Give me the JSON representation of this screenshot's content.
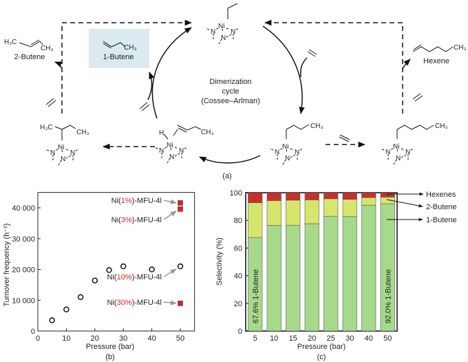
{
  "atoms": {
    "ni": "Ni",
    "n": "N",
    "h": "H",
    "ch3": "CH₃",
    "h3c": "H₃C"
  },
  "scheme": {
    "panel_label": "(a)",
    "cycle_title": [
      "Dimerization",
      "cycle",
      "(Cossee–Arlman)"
    ],
    "products": {
      "two_butene": "2-Butene",
      "one_butene": "1-Butene",
      "hexene": "Hexene"
    },
    "highlight_color": "#dbe9f0"
  },
  "chart_data": [
    {
      "type": "scatter",
      "panel_label": "(b)",
      "xlabel": "Pressure (bar)",
      "ylabel": "Turnover frequency (h⁻¹)",
      "xlim": [
        0,
        55
      ],
      "ylim": [
        0,
        45000
      ],
      "xticks": [
        "0",
        "10",
        "20",
        "30",
        "40",
        "50"
      ],
      "yticks": [
        "0",
        "10 000",
        "20 000",
        "30 000",
        "40 000"
      ],
      "series": [
        {
          "name": "Ni(10%)-MFU-4l",
          "marker": "open-circle",
          "x": [
            5,
            10,
            15,
            20,
            25,
            30,
            40,
            50
          ],
          "y": [
            3500,
            7000,
            11000,
            16400,
            19800,
            21000,
            20000,
            21000
          ]
        },
        {
          "name": "Ni(1%)-MFU-4l",
          "marker": "red-square",
          "x": [
            50
          ],
          "y": [
            41600
          ]
        },
        {
          "name": "Ni(3%)-MFU-4l",
          "marker": "red-square",
          "x": [
            50
          ],
          "y": [
            39600
          ]
        },
        {
          "name": "Ni(30%)-MFU-4l",
          "marker": "red-square",
          "x": [
            50
          ],
          "y": [
            9000
          ]
        }
      ],
      "annotations": [
        {
          "pre": "Ni(",
          "pct": "1%",
          "post": ")-MFU-4l"
        },
        {
          "pre": "Ni(",
          "pct": "3%",
          "post": ")-MFU-4l"
        },
        {
          "pre": "Ni(",
          "pct": "10%",
          "post": ")-MFU-4l"
        },
        {
          "pre": "Ni(",
          "pct": "30%",
          "post": ")-MFU-4l"
        }
      ]
    },
    {
      "type": "bar",
      "stacked": true,
      "panel_label": "(c)",
      "xlabel": "Pressure (bar)",
      "ylabel": "Selectivity (%)",
      "ylim": [
        0,
        100
      ],
      "yticks": [
        "0",
        "20",
        "40",
        "60",
        "80",
        "100"
      ],
      "categories": [
        "5",
        "10",
        "15",
        "20",
        "25",
        "30",
        "40",
        "50"
      ],
      "series": [
        {
          "name": "1-Butene",
          "color": "#a7d98b",
          "values": [
            67.6,
            76.3,
            76.5,
            77.6,
            83.0,
            82.7,
            91.0,
            92.0
          ]
        },
        {
          "name": "2-Butene",
          "color": "#d6e66c",
          "values": [
            25.2,
            18.0,
            18.1,
            17.2,
            12.6,
            12.5,
            5.5,
            4.8
          ]
        },
        {
          "name": "Hexenes",
          "color": "#c8302c",
          "values": [
            7.2,
            5.7,
            5.4,
            5.2,
            4.4,
            4.8,
            3.5,
            3.2
          ]
        }
      ],
      "bar_labels": [
        "67.6% 1-Butene",
        "92.0% 1-Butene"
      ],
      "legend": [
        "Hexenes",
        "2-Butene",
        "1-Butene"
      ]
    }
  ]
}
